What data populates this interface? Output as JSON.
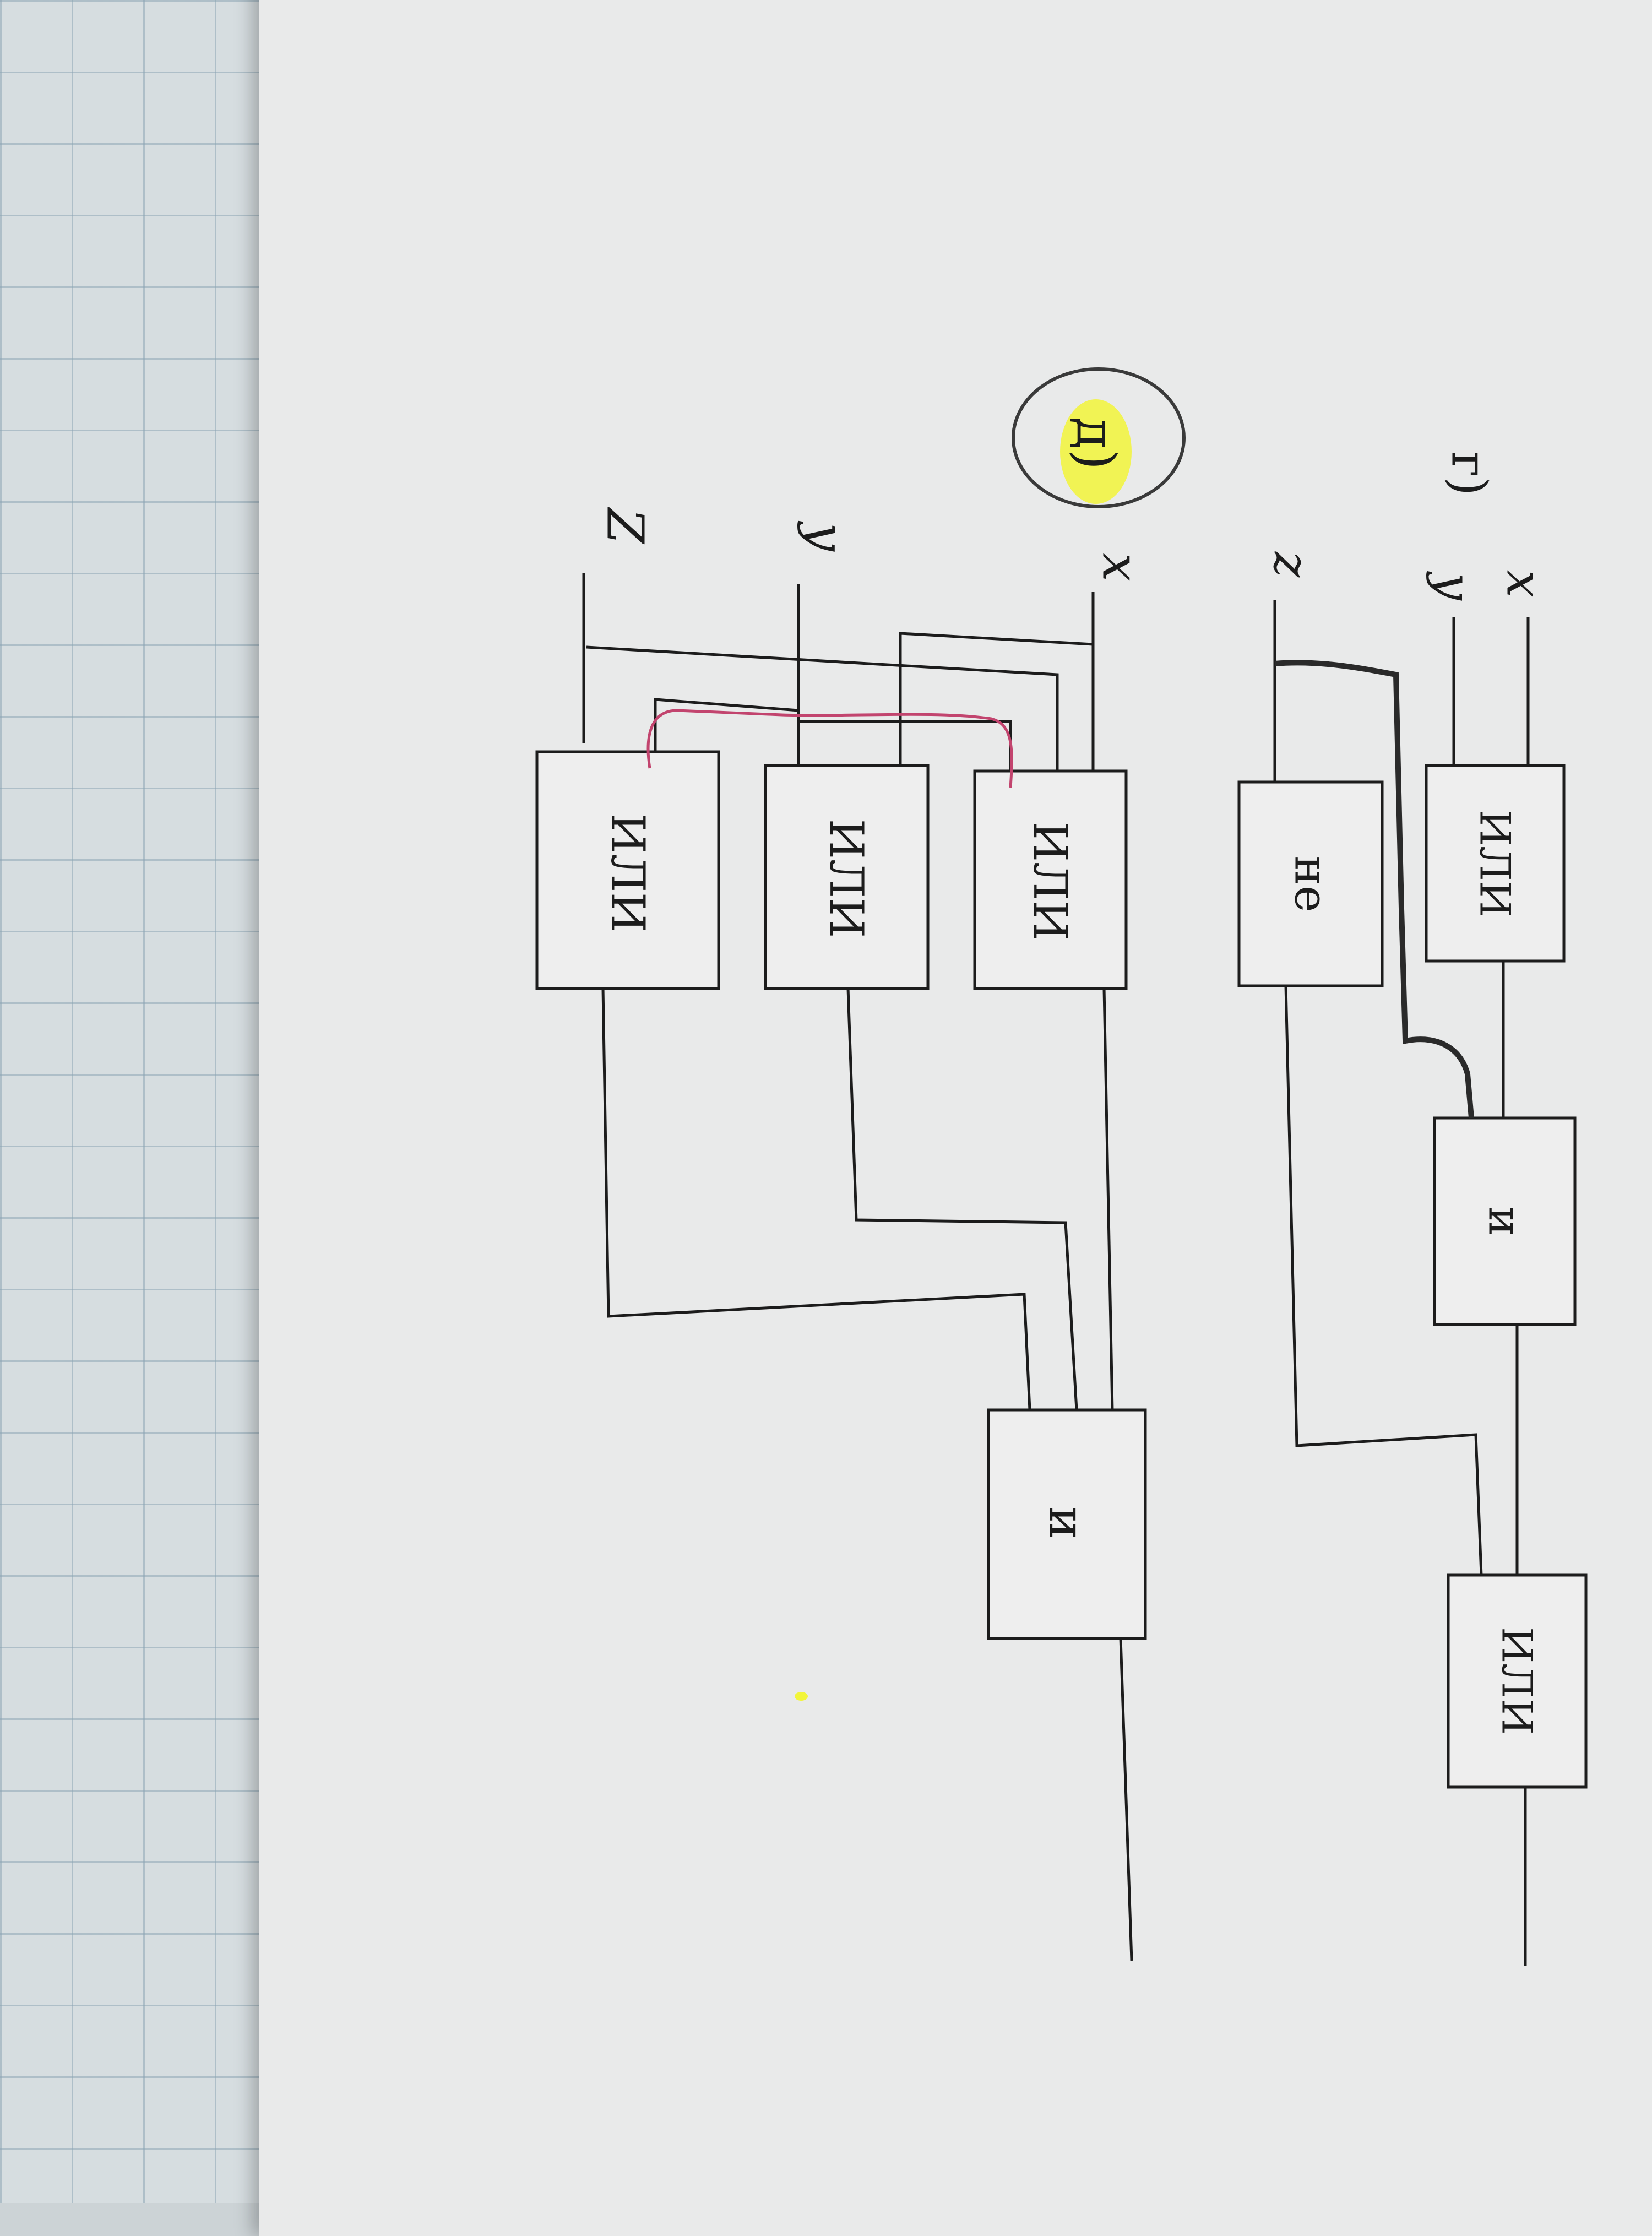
{
  "circuit_g": {
    "label": "г)",
    "inputs": {
      "x": "x",
      "y": "y",
      "z": "z"
    },
    "gates": {
      "or1": "ИЛИ",
      "not": "не",
      "and": "и",
      "or2": "ИЛИ"
    }
  },
  "circuit_d": {
    "label": "д)",
    "inputs": {
      "x": "x",
      "y": "y",
      "z": "Z"
    },
    "gates": {
      "or1": "ИЛИ",
      "or2": "ИЛИ",
      "or3": "ИЛИ",
      "and": "и"
    }
  },
  "colors": {
    "ink": "#1c1c1c",
    "pencil": "#2a2a2a",
    "red_pen": "#c2446e",
    "highlighter": "#f2f53a",
    "paper": "#e9eaea"
  }
}
